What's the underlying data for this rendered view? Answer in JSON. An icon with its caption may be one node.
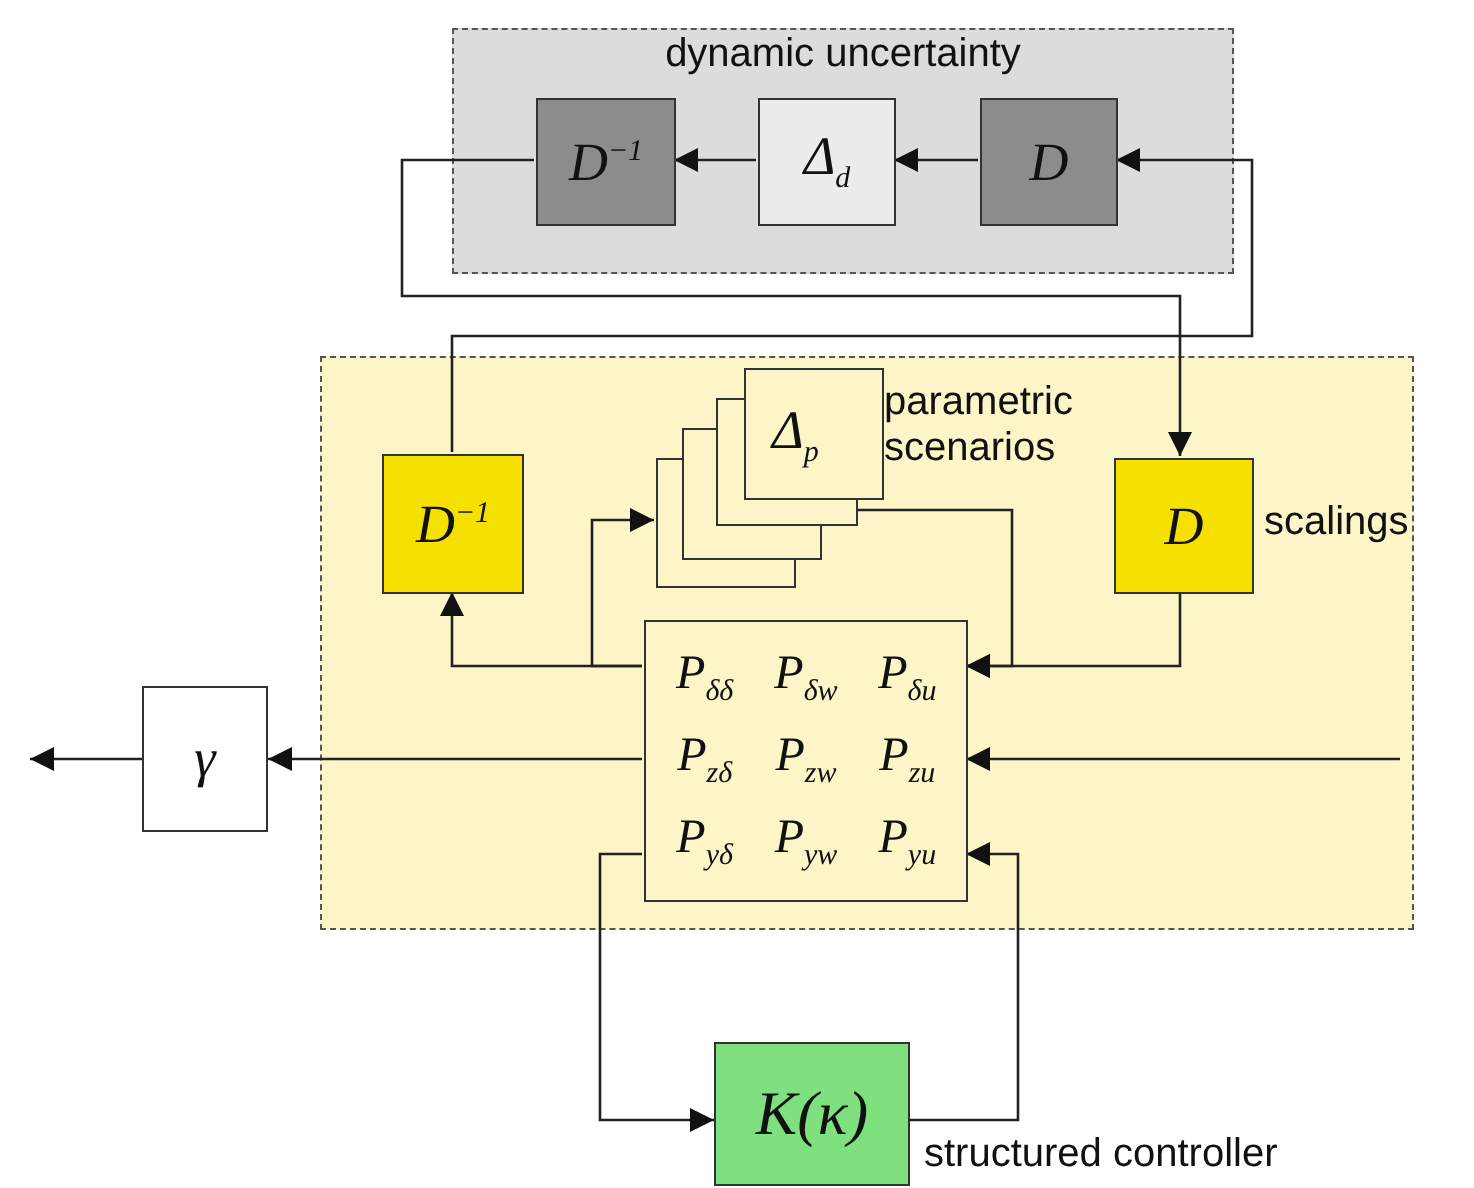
{
  "diagram": {
    "nodes": [
      {
        "text": [
          "dynamic uncertainty"
        ]
      },
      {
        "text": [
          "D$^{−1}$"
        ],
        "in": 0
      },
      {
        "text": [
          "Δ$_{d}$"
        ],
        "in": 0
      },
      {
        "text": [
          "D"
        ],
        "in": 0
      },
      {
        "text": [],
        "shape": "box"
      },
      {
        "text": [
          "D$^{−1}$"
        ],
        "in": 4
      },
      {
        "text": [
          "Δ$_{p}$"
        ],
        "in": 4,
        "beside": [
          "parametric scenarios"
        ]
      },
      {
        "text": [
          "D"
        ],
        "in": 4,
        "beside": [
          "scalings"
        ]
      },
      {
        "text": [
          "P$_{δδ}$",
          "P$_{δw}$",
          "P$_{δu}$",
          "P$_{zδ}$",
          "P$_{zw}$",
          "P$_{zu}$",
          "P$_{yδ}$",
          "P$_{yw}$",
          "P$_{yu}$"
        ],
        "in": 4
      },
      {
        "text": [
          "γ"
        ]
      },
      {
        "text": [
          "K(κ)"
        ],
        "beside": [
          "structured controller"
        ]
      }
    ],
    "edges": [
      {
        "from": 3,
        "to": 2,
        "arrow": "to"
      },
      {
        "from": 2,
        "to": 1,
        "arrow": "to"
      },
      {
        "from": 1,
        "to": 7,
        "arrow": "to"
      },
      {
        "from": 5,
        "to": 3,
        "arrow": "to"
      },
      {
        "from": 8,
        "to": 5,
        "arrow": "to"
      },
      {
        "from": 8,
        "to": 6,
        "arrow": "to"
      },
      {
        "from": 6,
        "to": 8,
        "arrow": "to"
      },
      {
        "from": 7,
        "to": 8,
        "arrow": "to"
      },
      {
        "from": 8,
        "to": 9,
        "arrow": "to"
      },
      {
        "from": 9,
        "to": null,
        "arrow": "to"
      },
      {
        "from": null,
        "to": 8,
        "arrow": "to"
      },
      {
        "from": 8,
        "to": 10,
        "arrow": "to"
      },
      {
        "from": 10,
        "to": 8,
        "arrow": "to"
      }
    ]
  }
}
